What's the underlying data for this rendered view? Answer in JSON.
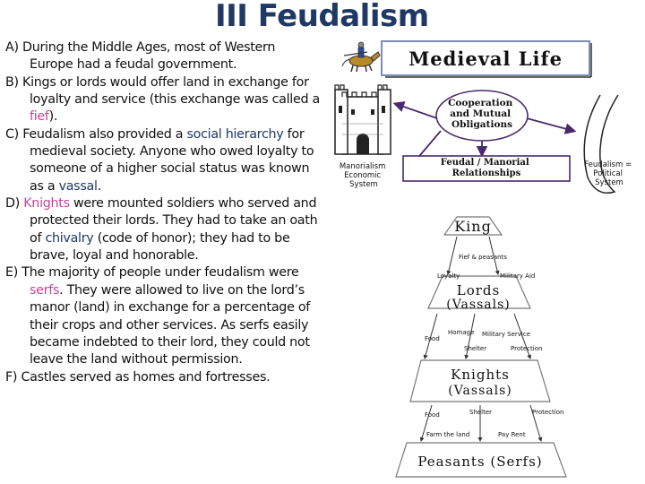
{
  "slide": {
    "title": "III Feudalism",
    "notes": [
      {
        "name": "note-a",
        "segments": [
          {
            "t": "A) During the Middle Ages, most of Western Europe had a ",
            "c": "plain"
          },
          {
            "t": "feudal government",
            "c": "plain"
          },
          {
            "t": ".",
            "c": "plain"
          }
        ]
      },
      {
        "name": "note-b",
        "segments": [
          {
            "t": "B) Kings or lords would offer land in exchange for loyalty and service (this exchange was called a ",
            "c": "plain"
          },
          {
            "t": "fief",
            "c": "hl-pink"
          },
          {
            "t": ").",
            "c": "plain"
          }
        ]
      },
      {
        "name": "note-c",
        "segments": [
          {
            "t": "C) Feudalism also provided a ",
            "c": "plain"
          },
          {
            "t": "social hierarchy",
            "c": "hl-navy"
          },
          {
            "t": " for medieval society. Anyone who owed loyalty to someone of a higher social status was known as a ",
            "c": "plain"
          },
          {
            "t": "vassal",
            "c": "hl-navy"
          },
          {
            "t": ".",
            "c": "plain"
          }
        ]
      },
      {
        "name": "note-d",
        "segments": [
          {
            "t": "D) ",
            "c": "plain"
          },
          {
            "t": "Knights",
            "c": "hl-pink"
          },
          {
            "t": " were mounted soldiers who served and protected their lords. They had to take an oath of ",
            "c": "plain"
          },
          {
            "t": "chivalry",
            "c": "hl-navy"
          },
          {
            "t": " (code of honor); they had to be brave, loyal and honorable.",
            "c": "plain"
          }
        ]
      },
      {
        "name": "note-e",
        "segments": [
          {
            "t": "E) The majority of people under feudalism were ",
            "c": "plain"
          },
          {
            "t": "serfs",
            "c": "hl-pink"
          },
          {
            "t": ". They were allowed to live on the lord’s ",
            "c": "plain"
          },
          {
            "t": "manor",
            "c": "plain"
          },
          {
            "t": " (land) in exchange for a percentage of their crops and other services. As serfs easily became indebted to their lord, they could not leave the land without permission.",
            "c": "plain"
          }
        ]
      },
      {
        "name": "note-f",
        "segments": [
          {
            "t": "F) ",
            "c": "plain"
          },
          {
            "t": "Castles",
            "c": "plain"
          },
          {
            "t": " served as homes and fortresses.",
            "c": "plain"
          }
        ]
      }
    ]
  },
  "diagram": {
    "header": "Medieval Life",
    "cooperation": "Cooperation and Mutual Obligations",
    "manorialism": "Manorialism Economic System",
    "relationships": "Feudal / Manorial Relationships",
    "feudalism_system": "Feudalism = Political System",
    "king": "King",
    "fief_peasants": "Fief & peasants",
    "loyalty": "Loyalty",
    "military_aid_1": "Military Aid",
    "lords": "Lords",
    "lords_vassals": "(Vassals)",
    "food_1": "Food",
    "homage": "Homage",
    "military_service": "Military Service",
    "shelter_1": "Shelter",
    "protection_1": "Protection",
    "knights": "Knights",
    "knights_vassals": "(Vassals)",
    "food_2": "Food",
    "shelter_2": "Shelter",
    "protection_2": "Protection",
    "farm_the_land": "Farm the land",
    "pay_rent": "Pay Rent",
    "peasants": "Peasants (Serfs)"
  },
  "colors": {
    "title": "#1f3864",
    "highlight_pink": "#c0469c",
    "highlight_navy": "#1f3864",
    "arrow_purple": "#4a2a6a"
  }
}
